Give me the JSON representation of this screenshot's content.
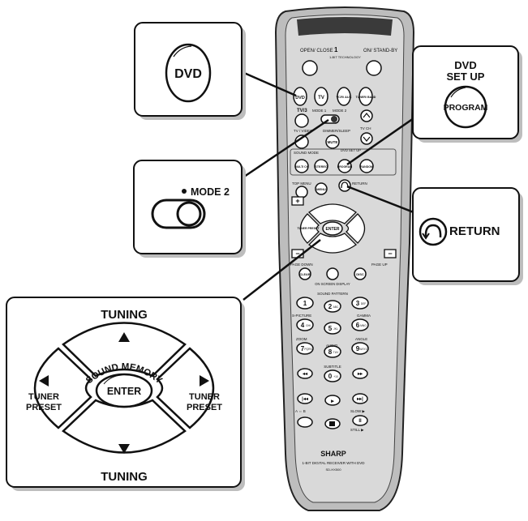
{
  "remote": {
    "brand": "SHARP",
    "tagline": "1-BIT TECHNOLOGY",
    "model_line": "1-BIT DIGITAL RECEIVER WITH DVD",
    "model_number": "SD-HX500",
    "labels": {
      "open_close": "OPEN/ CLOSE",
      "on_standby": "ON/ STAND-BY",
      "dvd": "DVD",
      "tv": "TV",
      "vcr_aux": "VCR/ AUX",
      "tuner_band": "TUNER/ BAND",
      "tv_ch_label": "TV/3",
      "mode1": "MODE 1",
      "mode2": "MODE 2",
      "tv_video": "TV / VIDEO",
      "dimmer_sleep": "DIMMER/SLEEP",
      "tv_ch": "TV CH",
      "mute": "MUTE",
      "sound_mode": "SOUND MODE",
      "dvd_setup": "DVD SET UP",
      "surround": "MULTI CH",
      "stereo": "STEREO",
      "program": "PROGRAM",
      "random": "RANDOM",
      "top_menu": "TOP MENU",
      "menu": "MENU",
      "return": "RETURN",
      "sound_memory": "SOUND MEMORY",
      "enter": "ENTER",
      "tuner_preset": "TUNER PRESET",
      "page_down": "PAGE DOWN",
      "page_up": "PAGE UP",
      "clear": "CLEAR",
      "disc": "DISC",
      "on_screen_display": "ON SCREEN DISPLAY",
      "sound_pattern": "SOUND PATTERN",
      "s_picture": "S-PICTURE",
      "gamma": "GAMMA",
      "zoom": "ZOOM",
      "audio": "AUDIO",
      "angle": "ANGLE",
      "subtitle": "SUBTITLE",
      "a_b": "A ⇔ B",
      "slow": "SLOW ▶",
      "still": "STILL ▶"
    },
    "keypad": [
      {
        "num": "1",
        "sub": ""
      },
      {
        "num": "2",
        "sub": "ABC"
      },
      {
        "num": "3",
        "sub": "DEF"
      },
      {
        "num": "4",
        "sub": "GHI"
      },
      {
        "num": "5",
        "sub": "JKL"
      },
      {
        "num": "6",
        "sub": "MNO"
      },
      {
        "num": "7",
        "sub": "PQRS"
      },
      {
        "num": "8",
        "sub": "TUV"
      },
      {
        "num": "9",
        "sub": "WXYZ"
      },
      {
        "num": "0",
        "sub": "+10"
      }
    ]
  },
  "callouts": {
    "dvd": {
      "label": "DVD"
    },
    "dvd_setup": {
      "title_line1": "DVD",
      "title_line2": "SET UP",
      "button": "PROGRAM"
    },
    "mode2": {
      "label": "MODE 2"
    },
    "return": {
      "label": "RETURN"
    },
    "tuning_panel": {
      "top": "TUNING",
      "bottom": "TUNING",
      "sound_memory": "SOUND MEMORY",
      "enter": "ENTER",
      "left_line1": "TUNER",
      "left_line2": "PRESET",
      "right_line1": "TUNER",
      "right_line2": "PRESET"
    }
  }
}
